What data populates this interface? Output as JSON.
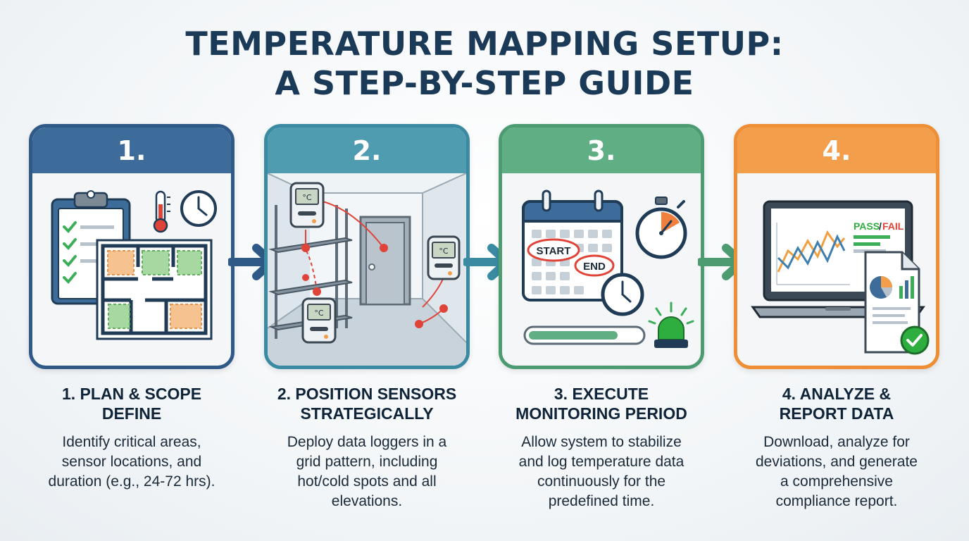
{
  "title": {
    "line1": "TEMPERATURE MAPPING SETUP:",
    "line2": "A STEP-BY-STEP GUIDE"
  },
  "colors": {
    "step1": "#3e6c9a",
    "step2": "#4f9bb0",
    "step3": "#5fae84",
    "step4": "#f39e4a",
    "title": "#1b3a57"
  },
  "steps": [
    {
      "number": "1.",
      "title_line1": "1. PLAN & SCOPE",
      "title_line2": "DEFINE",
      "desc": [
        "Identify critical areas,",
        "sensor locations, and",
        "duration (e.g., 24-72 hrs)."
      ],
      "icons": [
        "clipboard-icon",
        "thermometer-icon",
        "clock-icon",
        "floor-plan-icon"
      ]
    },
    {
      "number": "2.",
      "title_line1": "2. POSITION SENSORS",
      "title_line2": "STRATEGICALLY",
      "desc": [
        "Deploy data loggers in a",
        "grid pattern, including",
        "hot/cold spots and all",
        "elevations."
      ],
      "sensor_label": "°C",
      "icons": [
        "data-logger-icon",
        "shelving-icon",
        "door-icon"
      ]
    },
    {
      "number": "3.",
      "title_line1": "3. EXECUTE",
      "title_line2": "MONITORING PERIOD",
      "desc": [
        "Allow system to stabilize",
        "and log temperature data",
        "continuously for the",
        "predefined time."
      ],
      "calendar": {
        "start_label": "START",
        "end_label": "END"
      },
      "progress": 0.8,
      "icons": [
        "calendar-icon",
        "stopwatch-icon",
        "clock-icon",
        "green-light-icon"
      ]
    },
    {
      "number": "4.",
      "title_line1": "4. ANALYZE &",
      "title_line2": "REPORT DATA",
      "desc": [
        "Download, analyze for",
        "deviations, and generate",
        "a comprehensive",
        "compliance report."
      ],
      "laptop": {
        "pass_label": "PASS",
        "fail_label": "FAIL",
        "separator": "/"
      },
      "icons": [
        "laptop-icon",
        "report-icon",
        "checkmark-icon",
        "pie-chart-icon"
      ]
    }
  ]
}
